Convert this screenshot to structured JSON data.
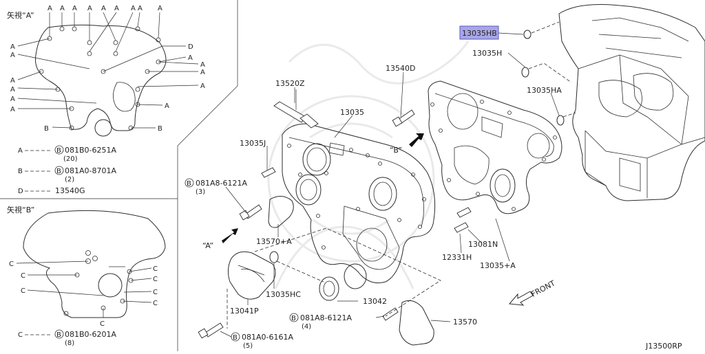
{
  "colors": {
    "highlight": "#a9a6e6",
    "line": "#2b2b2b"
  },
  "view_a": {
    "title": "矢視“A”",
    "a": "A",
    "b": "B",
    "d": "D",
    "legend": [
      {
        "key": "A",
        "part": "081B0-6251A",
        "qty": "(20)",
        "circled": "B"
      },
      {
        "key": "B",
        "part": "081A0-8701A",
        "qty": "(2)",
        "circled": "B"
      },
      {
        "key": "D",
        "part": "13540G",
        "qty": "",
        "circled": ""
      }
    ]
  },
  "view_b": {
    "title": "矢視“B”",
    "c": "C",
    "legend": {
      "key": "C",
      "part": "081B0-6201A",
      "qty": "(8)",
      "circled": "B"
    }
  },
  "labels": {
    "p13035hb": "13035HB",
    "p13035h": "13035H",
    "p13035ha": "13035HA",
    "p13540d": "13540D",
    "p13520z": "13520Z",
    "p13035": "13035",
    "p13035j": "13035J",
    "p081a8a": "081A8-6121A",
    "p081a8a_qty": "(3)",
    "p13570a": "13570+A",
    "arrow_a": "“A”",
    "arrow_b": "“B”",
    "p13035hc": "13035HC",
    "p13041p": "13041P",
    "p13042": "13042",
    "p081a8b": "081A8-6121A",
    "p081a8b_qty": "(4)",
    "p13570": "13570",
    "p081a0": "081A0-6161A",
    "p081a0_qty": "(5)",
    "p13081n": "13081N",
    "p12331h": "12331H",
    "p13035a": "13035+A",
    "front": "FRONT",
    "circled_b": "B",
    "diagram_code": "J13500RP"
  }
}
